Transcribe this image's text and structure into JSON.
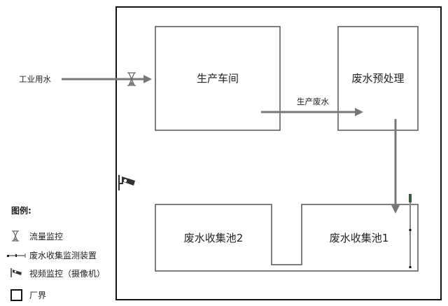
{
  "inputs": {
    "industrial_water": "工业用水"
  },
  "units": {
    "production": "生产车间",
    "pretreatment": "废水预处理",
    "pool2": "废水收集池2",
    "pool1": "废水收集池1"
  },
  "flows": {
    "production_wastewater": "生产废水"
  },
  "legend": {
    "title": "图例:",
    "items": [
      {
        "icon": "hourglass-icon",
        "label": "流量监控"
      },
      {
        "icon": "monitoring-device-icon",
        "label": "废水收集监测装置"
      },
      {
        "icon": "camera-icon",
        "label": "视频监控（摄像机）"
      },
      {
        "icon": "square-icon",
        "label": "厂界"
      }
    ]
  },
  "colors": {
    "arrow": "#777777",
    "box": "#555555",
    "boundary": "#111111",
    "device_top": "#3d5a3a"
  }
}
